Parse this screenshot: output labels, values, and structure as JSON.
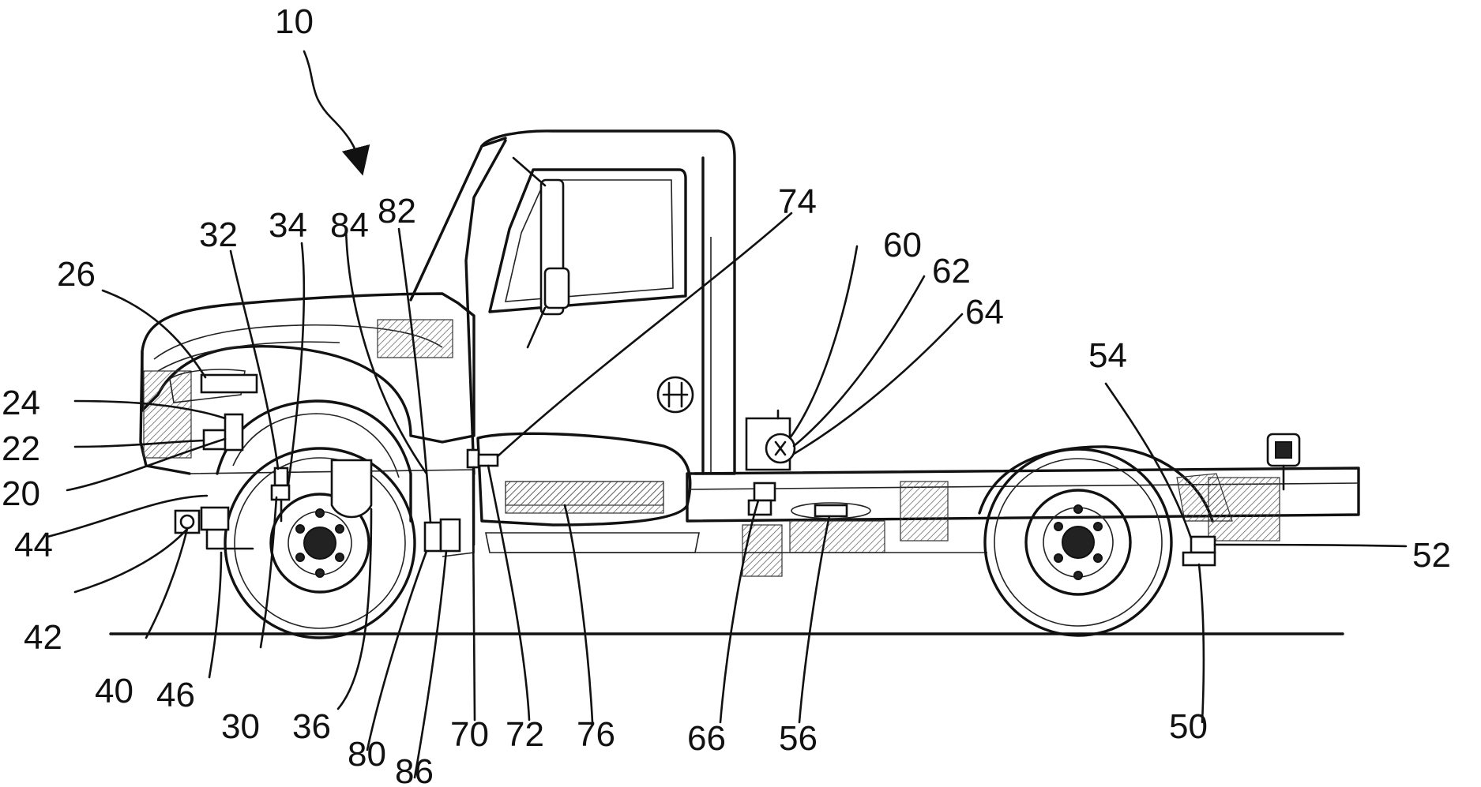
{
  "figure": {
    "reference_numeral": "10",
    "labels": [
      {
        "id": "l10",
        "text": "10"
      },
      {
        "id": "l20",
        "text": "20"
      },
      {
        "id": "l22",
        "text": "22"
      },
      {
        "id": "l24",
        "text": "24"
      },
      {
        "id": "l26",
        "text": "26"
      },
      {
        "id": "l30",
        "text": "30"
      },
      {
        "id": "l32",
        "text": "32"
      },
      {
        "id": "l34",
        "text": "34"
      },
      {
        "id": "l36",
        "text": "36"
      },
      {
        "id": "l40",
        "text": "40"
      },
      {
        "id": "l42",
        "text": "42"
      },
      {
        "id": "l44",
        "text": "44"
      },
      {
        "id": "l46",
        "text": "46"
      },
      {
        "id": "l50",
        "text": "50"
      },
      {
        "id": "l52",
        "text": "52"
      },
      {
        "id": "l54",
        "text": "54"
      },
      {
        "id": "l56",
        "text": "56"
      },
      {
        "id": "l60",
        "text": "60"
      },
      {
        "id": "l62",
        "text": "62"
      },
      {
        "id": "l64",
        "text": "64"
      },
      {
        "id": "l66",
        "text": "66"
      },
      {
        "id": "l70",
        "text": "70"
      },
      {
        "id": "l72",
        "text": "72"
      },
      {
        "id": "l74",
        "text": "74"
      },
      {
        "id": "l76",
        "text": "76"
      },
      {
        "id": "l80",
        "text": "80"
      },
      {
        "id": "l82",
        "text": "82"
      },
      {
        "id": "l84",
        "text": "84"
      },
      {
        "id": "l86",
        "text": "86"
      }
    ]
  }
}
